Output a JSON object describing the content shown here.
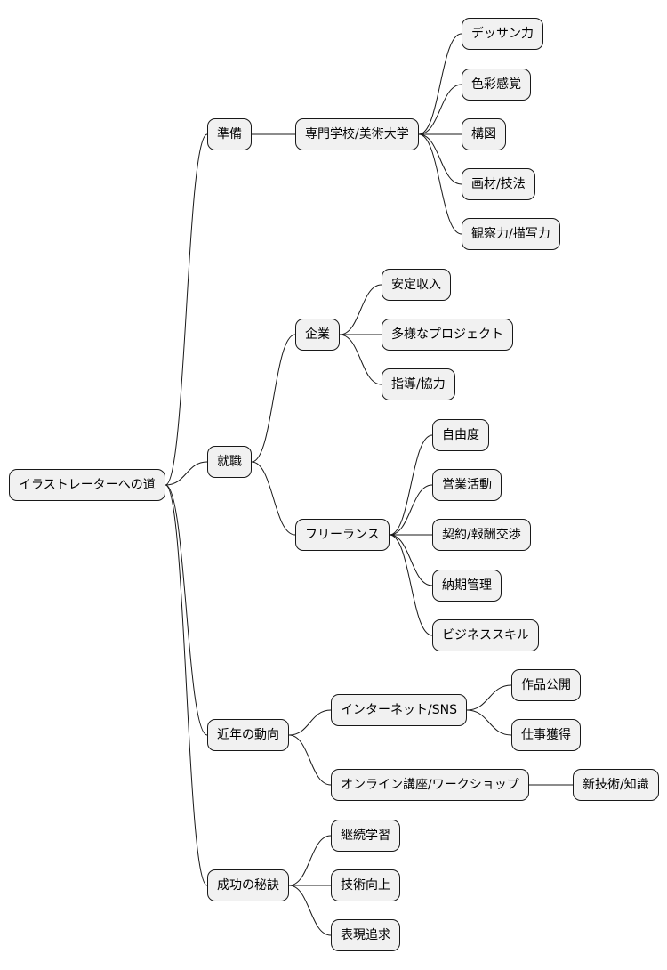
{
  "root": {
    "id": "n-root",
    "label": "イラストレーターへの道",
    "children": [
      {
        "id": "n-prep",
        "label": "準備",
        "children": [
          {
            "id": "n-school",
            "label": "専門学校/美術大学",
            "children": [
              {
                "id": "n-dessin",
                "label": "デッサン力"
              },
              {
                "id": "n-color",
                "label": "色彩感覚"
              },
              {
                "id": "n-composition",
                "label": "構図"
              },
              {
                "id": "n-materials",
                "label": "画材/技法"
              },
              {
                "id": "n-observation",
                "label": "観察力/描写力"
              }
            ]
          }
        ]
      },
      {
        "id": "n-job",
        "label": "就職",
        "children": [
          {
            "id": "n-company",
            "label": "企業",
            "children": [
              {
                "id": "n-stable-income",
                "label": "安定収入"
              },
              {
                "id": "n-various-projects",
                "label": "多様なプロジェクト"
              },
              {
                "id": "n-guidance",
                "label": "指導/協力"
              }
            ]
          },
          {
            "id": "n-freelance",
            "label": "フリーランス",
            "children": [
              {
                "id": "n-freedom",
                "label": "自由度"
              },
              {
                "id": "n-sales",
                "label": "営業活動"
              },
              {
                "id": "n-contract",
                "label": "契約/報酬交渉"
              },
              {
                "id": "n-deadline",
                "label": "納期管理"
              },
              {
                "id": "n-business",
                "label": "ビジネススキル"
              }
            ]
          }
        ]
      },
      {
        "id": "n-trends",
        "label": "近年の動向",
        "children": [
          {
            "id": "n-internet",
            "label": "インターネット/SNS",
            "children": [
              {
                "id": "n-publish",
                "label": "作品公開"
              },
              {
                "id": "n-getwork",
                "label": "仕事獲得"
              }
            ]
          },
          {
            "id": "n-online",
            "label": "オンライン講座/ワークショップ",
            "children": [
              {
                "id": "n-newtech",
                "label": "新技術/知識"
              }
            ]
          }
        ]
      },
      {
        "id": "n-secret",
        "label": "成功の秘訣",
        "children": [
          {
            "id": "n-learning",
            "label": "継続学習"
          },
          {
            "id": "n-skillup",
            "label": "技術向上"
          },
          {
            "id": "n-expression",
            "label": "表現追求"
          }
        ]
      }
    ]
  }
}
